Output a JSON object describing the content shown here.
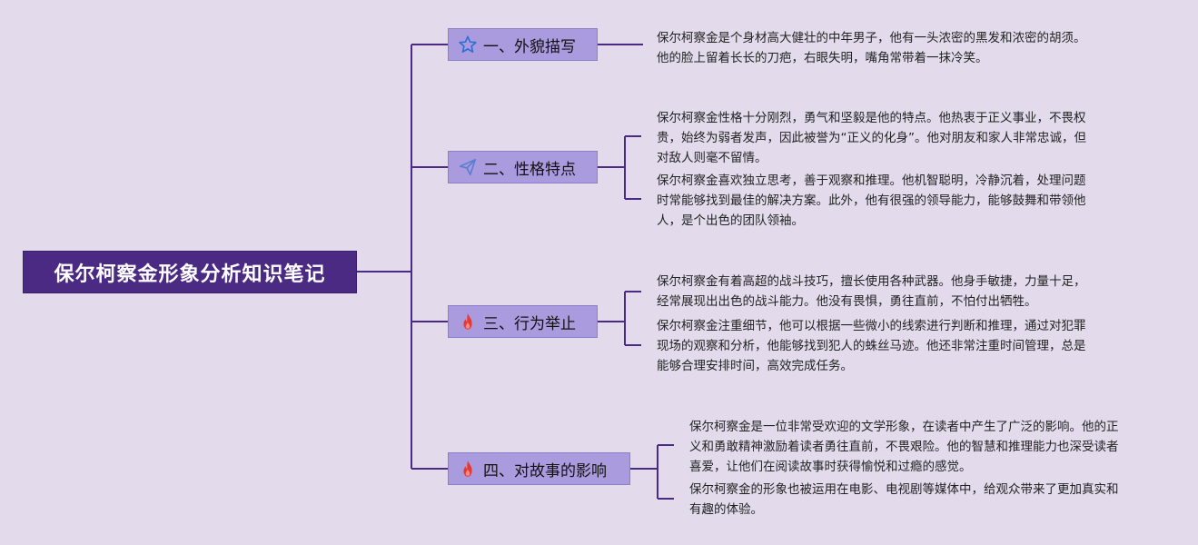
{
  "root": {
    "title": "保尔柯察金形象分析知识笔记"
  },
  "branches": [
    {
      "label": "一、外貌描写",
      "icon": "star-icon",
      "leaves": [
        "保尔柯察金是个身材高大健壮的中年男子，他有一头浓密的黑发和浓密的胡须。\n他的脸上留着长长的刀疤，右眼失明，嘴角常带着一抹冷笑。"
      ]
    },
    {
      "label": "二、性格特点",
      "icon": "paper-plane-icon",
      "leaves": [
        "保尔柯察金性格十分刚烈，勇气和坚毅是他的特点。他热衷于正义事业，不畏权\n贵，始终为弱者发声，因此被誉为“正义的化身”。他对朋友和家人非常忠诚，但\n对敌人则毫不留情。",
        "保尔柯察金喜欢独立思考，善于观察和推理。他机智聪明，冷静沉着，处理问题\n时常能够找到最佳的解决方案。此外，他有很强的领导能力，能够鼓舞和带领他\n人，是个出色的团队领袖。"
      ]
    },
    {
      "label": "三、行为举止",
      "icon": "fire-icon",
      "leaves": [
        "保尔柯察金有着高超的战斗技巧，擅长使用各种武器。他身手敏捷，力量十足，\n经常展现出出色的战斗能力。他没有畏惧，勇往直前，不怕付出牺牲。",
        "保尔柯察金注重细节，他可以根据一些微小的线索进行判断和推理，通过对犯罪\n现场的观察和分析，他能够找到犯人的蛛丝马迹。他还非常注重时间管理，总是\n能够合理安排时间，高效完成任务。"
      ]
    },
    {
      "label": "四、对故事的影响",
      "icon": "fire-icon",
      "leaves": [
        "保尔柯察金是一位非常受欢迎的文学形象，在读者中产生了广泛的影响。他的正\n义和勇敢精神激励着读者勇往直前，不畏艰险。他的智慧和推理能力也深受读者\n喜爱，让他们在阅读故事时获得愉悦和过瘾的感觉。",
        "保尔柯察金的形象也被运用在电影、电视剧等媒体中，给观众带来了更加真实和\n有趣的体验。"
      ]
    }
  ],
  "colors": {
    "background": "#e3dbec",
    "root_fill": "#4a2a83",
    "branch_fill": "#a99bdd",
    "line": "#4a2a83",
    "star": "#2f6fd6",
    "plane": "#5b7fd0",
    "fire": "#e53935"
  }
}
